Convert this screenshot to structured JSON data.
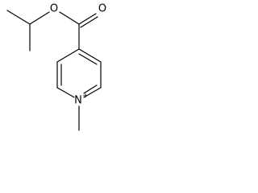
{
  "structure": {
    "atoms": {
      "ester_o": "O",
      "carbonyl_o": "O",
      "ring_n": "N",
      "ring_n_charge": "+"
    }
  }
}
